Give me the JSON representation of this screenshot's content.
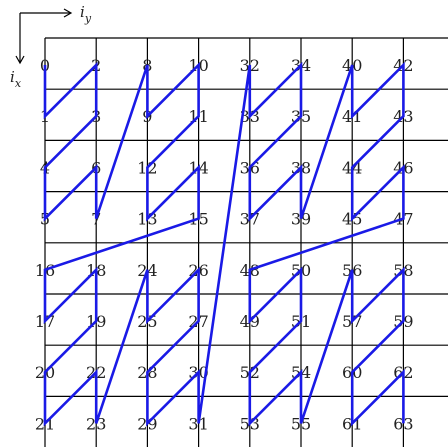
{
  "axes": {
    "iy_label": "i",
    "iy_sub": "y",
    "ix_label": "i",
    "ix_sub": "x"
  },
  "grid": {
    "rows": 8,
    "cols": 8
  },
  "cells": [
    [
      0,
      2,
      8,
      10,
      32,
      34,
      40,
      42
    ],
    [
      1,
      3,
      9,
      11,
      33,
      35,
      41,
      43
    ],
    [
      4,
      6,
      12,
      14,
      36,
      38,
      44,
      46
    ],
    [
      5,
      7,
      13,
      15,
      37,
      39,
      45,
      47
    ],
    [
      16,
      18,
      24,
      26,
      48,
      50,
      56,
      58
    ],
    [
      17,
      19,
      25,
      27,
      49,
      51,
      57,
      59
    ],
    [
      20,
      22,
      28,
      30,
      52,
      54,
      60,
      62
    ],
    [
      21,
      23,
      29,
      31,
      53,
      55,
      61,
      63
    ]
  ],
  "colors": {
    "curve": "#1a1ae6",
    "grid": "#000000",
    "text": "#222222"
  }
}
